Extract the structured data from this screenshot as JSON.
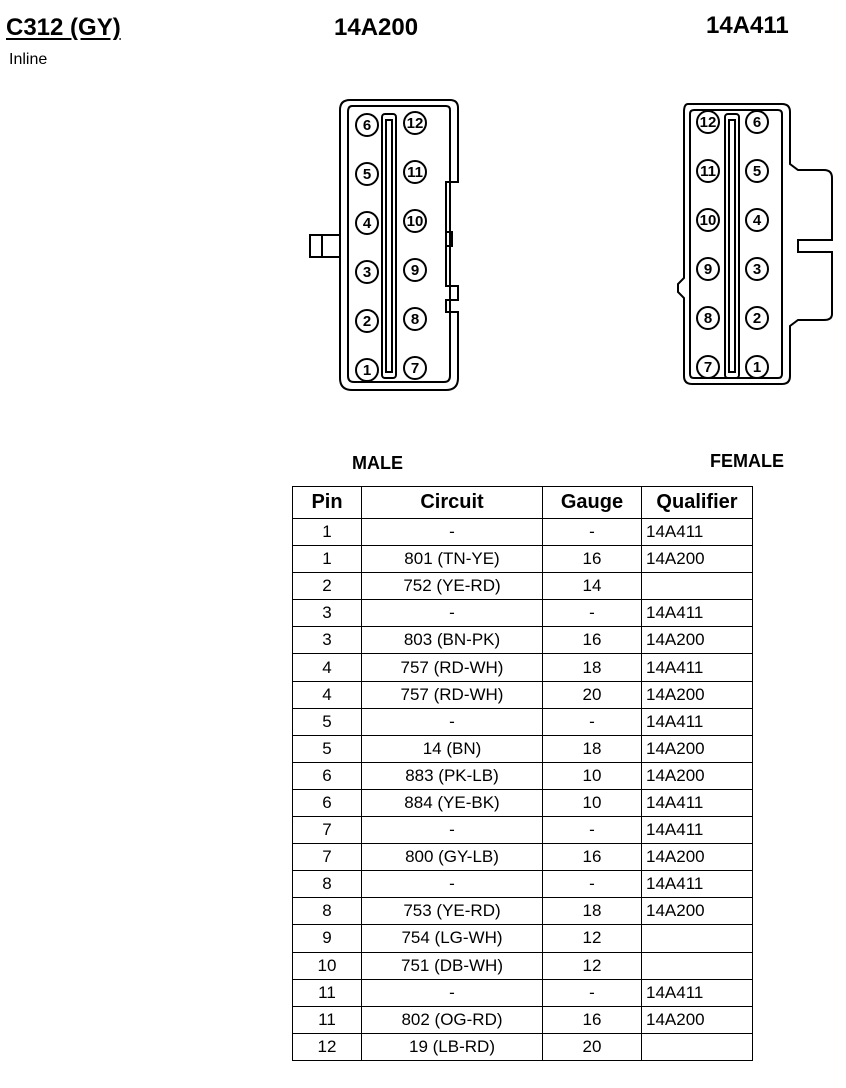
{
  "header": {
    "connector_id": "C312 (GY)",
    "connector_type": "Inline",
    "male_part": "14A200",
    "female_part": "14A411"
  },
  "labels": {
    "male": "MALE",
    "female": "FEMALE"
  },
  "male_connector": {
    "left_column_pins": [
      "6",
      "5",
      "4",
      "3",
      "2",
      "1"
    ],
    "right_column_pins": [
      "12",
      "11",
      "10",
      "9",
      "8",
      "7"
    ]
  },
  "female_connector": {
    "left_column_pins": [
      "12",
      "11",
      "10",
      "9",
      "8",
      "7"
    ],
    "right_column_pins": [
      "6",
      "5",
      "4",
      "3",
      "2",
      "1"
    ]
  },
  "table": {
    "headers": [
      "Pin",
      "Circuit",
      "Gauge",
      "Qualifier"
    ],
    "rows": [
      [
        "1",
        "-",
        "-",
        "14A411"
      ],
      [
        "1",
        "801 (TN-YE)",
        "16",
        "14A200"
      ],
      [
        "2",
        "752 (YE-RD)",
        "14",
        ""
      ],
      [
        "3",
        "-",
        "-",
        "14A411"
      ],
      [
        "3",
        "803 (BN-PK)",
        "16",
        "14A200"
      ],
      [
        "4",
        "757 (RD-WH)",
        "18",
        "14A411"
      ],
      [
        "4",
        "757 (RD-WH)",
        "20",
        "14A200"
      ],
      [
        "5",
        "-",
        "-",
        "14A411"
      ],
      [
        "5",
        "14 (BN)",
        "18",
        "14A200"
      ],
      [
        "6",
        "883 (PK-LB)",
        "10",
        "14A200"
      ],
      [
        "6",
        "884 (YE-BK)",
        "10",
        "14A411"
      ],
      [
        "7",
        "-",
        "-",
        "14A411"
      ],
      [
        "7",
        "800 (GY-LB)",
        "16",
        "14A200"
      ],
      [
        "8",
        "-",
        "-",
        "14A411"
      ],
      [
        "8",
        "753 (YE-RD)",
        "18",
        "14A200"
      ],
      [
        "9",
        "754 (LG-WH)",
        "12",
        ""
      ],
      [
        "10",
        "751 (DB-WH)",
        "12",
        ""
      ],
      [
        "11",
        "-",
        "-",
        "14A411"
      ],
      [
        "11",
        "802 (OG-RD)",
        "16",
        "14A200"
      ],
      [
        "12",
        "19 (LB-RD)",
        "20",
        ""
      ]
    ]
  }
}
